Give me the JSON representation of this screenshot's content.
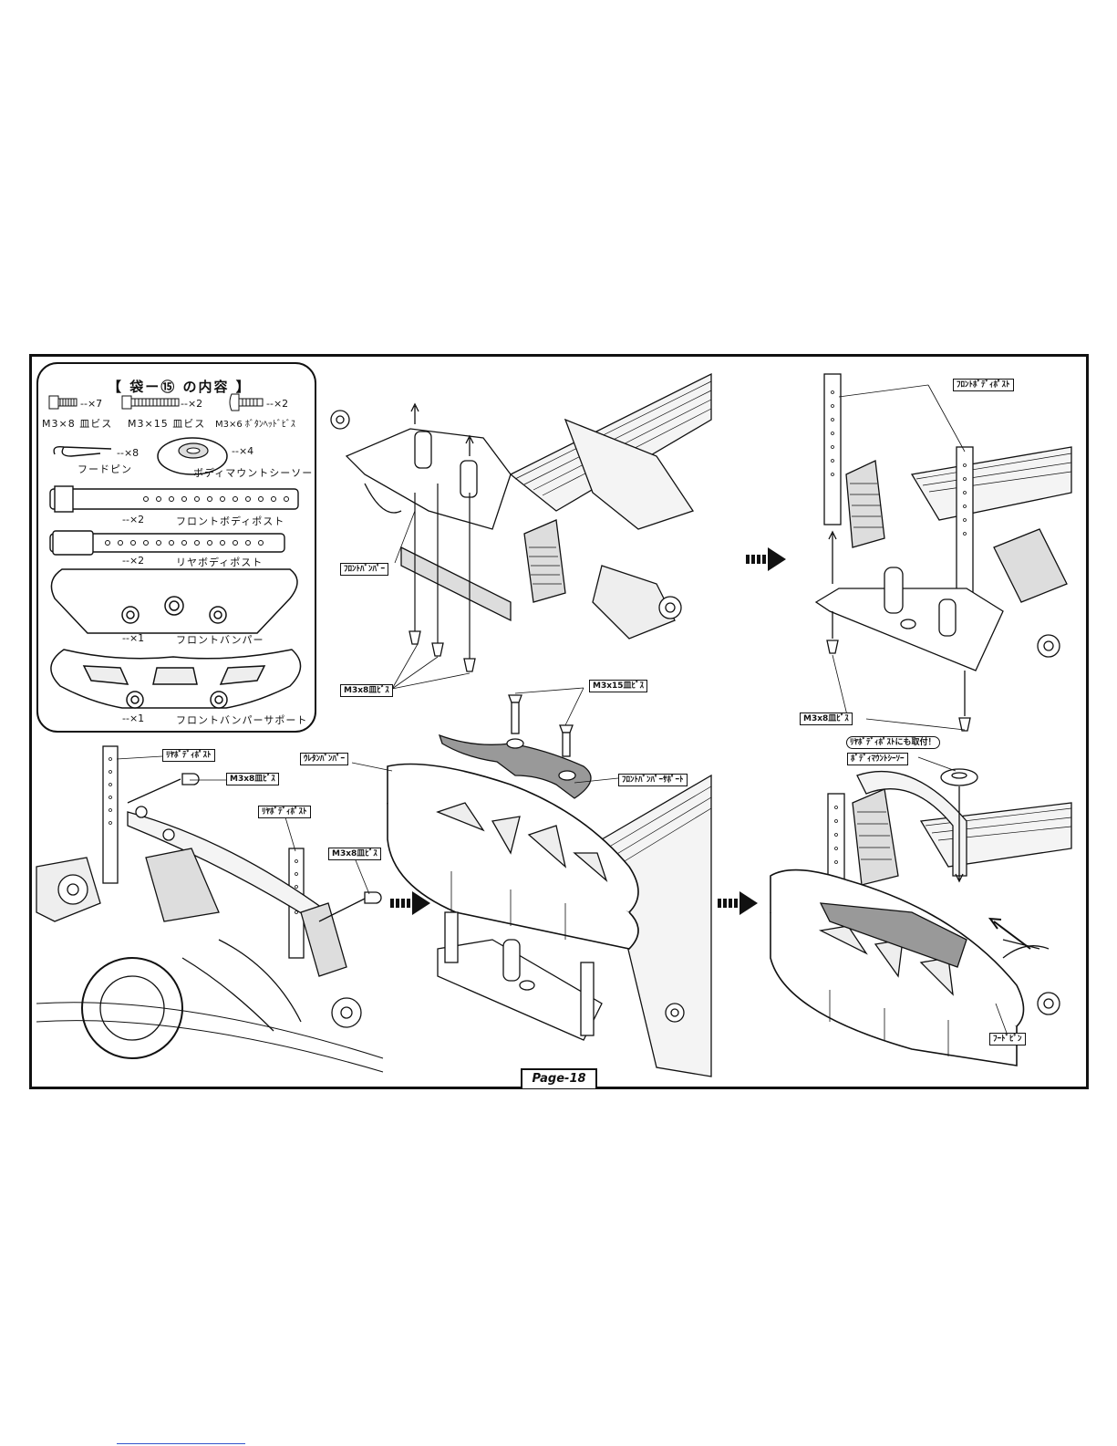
{
  "parts_panel": {
    "title": "【 袋ー⑮ の内容 】",
    "items": [
      {
        "qty": "--×7",
        "name": "M3×8 皿ビス"
      },
      {
        "qty": "--×2",
        "name": "M3×15 皿ビス"
      },
      {
        "qty": "--×2",
        "name": "M3×6 ﾎﾞﾀﾝﾍｯﾄﾞﾋﾞｽ"
      },
      {
        "qty": "--×8",
        "name": "フードピン"
      },
      {
        "qty": "--×4",
        "name": "ボディマウントシーソー"
      },
      {
        "qty": "--×2",
        "name": "フロントボディポスト"
      },
      {
        "qty": "--×2",
        "name": "リヤボディポスト"
      },
      {
        "qty": "--×1",
        "name": "フロントバンパー"
      },
      {
        "qty": "--×1",
        "name": "フロントバンパーサポート"
      }
    ]
  },
  "callouts": {
    "front_bumper": "ﾌﾛﾝﾄﾊﾞﾝﾊﾟｰ",
    "m3x8_step1": "M3x8皿ﾋﾞｽ",
    "front_body_post": "ﾌﾛﾝﾄﾎﾞﾃﾞｨﾎﾟｽﾄ",
    "m3x8_step2": "M3x8皿ﾋﾞｽ",
    "m3x15": "M3x15皿ﾋﾞｽ",
    "urethane_bumper": "ｳﾚﾀﾝﾊﾞﾝﾊﾟｰ",
    "front_bumper_support": "ﾌﾛﾝﾄﾊﾞﾝﾊﾟｰｻﾎﾟｰﾄ",
    "rear_body_post_1": "ﾘﾔﾎﾞﾃﾞｨﾎﾟｽﾄ",
    "m3x8_rear_1": "M3x8皿ﾋﾞｽ",
    "rear_body_post_2": "ﾘﾔﾎﾞﾃﾞｨﾎﾟｽﾄ",
    "m3x8_rear_2": "M3x8皿ﾋﾞｽ",
    "rear_note": "ﾘﾔﾎﾞﾃﾞｨﾎﾟｽﾄにも取付！",
    "body_mount_seesaw": "ﾎﾞﾃﾞｨﾏｳﾝﾄｼｰｿｰ",
    "hood_pin": "ﾌｰﾄﾞﾋﾟﾝ"
  },
  "page_label": "Page-18"
}
